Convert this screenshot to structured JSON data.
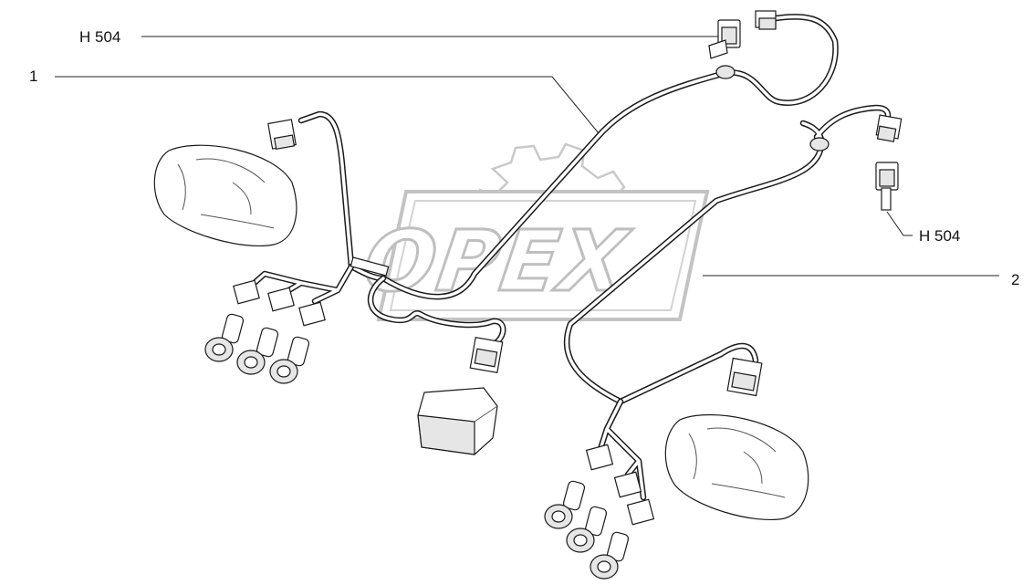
{
  "watermark": {
    "brand_text": "OPEX"
  },
  "callouts": [
    {
      "id": "h504-top",
      "label": "H 504"
    },
    {
      "id": "item-1",
      "label": "1"
    },
    {
      "id": "h504-right",
      "label": "H 504"
    },
    {
      "id": "item-2",
      "label": "2"
    }
  ],
  "colors": {
    "line": "#1a1a1a",
    "watermark": "#b9b9b9",
    "background": "#ffffff"
  }
}
